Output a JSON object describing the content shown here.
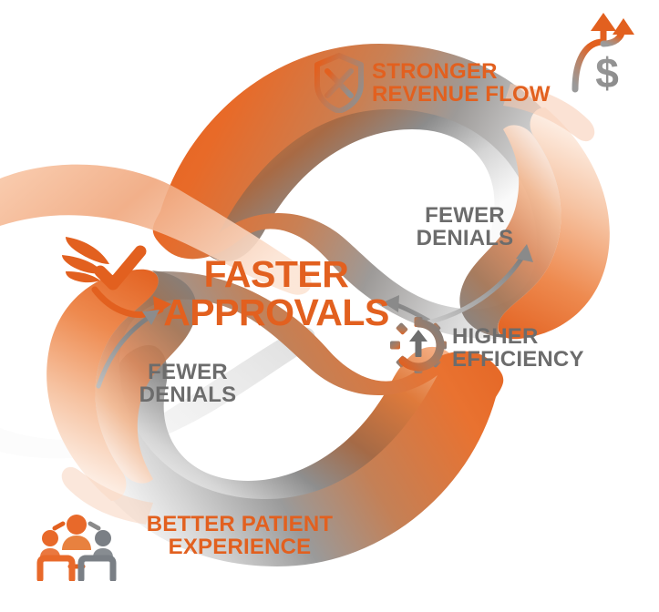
{
  "infographic": {
    "title": "FASTER APPROVALS",
    "shape": "infinity-loop",
    "background_color": "#FFFFFF",
    "accent_orange": "#E2601F",
    "accent_orange_light": "#F5A06A",
    "accent_gray": "#6C6C6C",
    "accent_gray_light": "#C9C9C9"
  },
  "center": {
    "line1": "FASTER",
    "line2": "APPROVALS",
    "text": "FASTER\nAPPROVALS",
    "color": "#E2601F"
  },
  "nodes": [
    {
      "id": "stronger-revenue-flow",
      "text": "STRONGER\nREVENUE FLOW",
      "line1": "STRONGER",
      "line2": "REVENUE FLOW",
      "color": "#E2601F",
      "icon": "shield-x-icon",
      "position": "top-left-of-upper-loop"
    },
    {
      "id": "fewer-denials-top",
      "text": "FEWER\nDENIALS",
      "line1": "FEWER",
      "line2": "DENIALS",
      "color": "#6C6C6C",
      "icon": "none",
      "position": "center-right"
    },
    {
      "id": "higher-efficiency",
      "text": "HIGHER\nEFFICIENCY",
      "line1": "HIGHER",
      "line2": "EFFICIENCY",
      "color": "#6C6C6C",
      "icon": "gear-up-arrow-icon",
      "position": "right-center-below"
    },
    {
      "id": "fewer-denials-bottom",
      "text": "FEWER\nDENIALS",
      "line1": "FEWER",
      "line2": "DENIALS",
      "color": "#6C6C6C",
      "icon": "none",
      "position": "center-left"
    },
    {
      "id": "better-patient-experience",
      "text": "BETTER PATIENT\nEXPERIENCE",
      "line1": "BETTER PATIENT",
      "line2": "EXPERIENCE",
      "color": "#E2601F",
      "icon": "people-group-icon",
      "position": "bottom-left-of-lower-loop"
    }
  ],
  "icons": [
    {
      "id": "shield-x-icon",
      "name": "shield-x-icon",
      "meaning": "shield with X — denial protection"
    },
    {
      "id": "revenue-growth-icon",
      "name": "dollar-growth-arrows-icon",
      "meaning": "dollar sign with rising arrows"
    },
    {
      "id": "gear-up-arrow-icon",
      "name": "gear-up-arrow-icon",
      "meaning": "gear with upward arrow — efficiency"
    },
    {
      "id": "winged-check-icon",
      "name": "winged-checkmark-icon",
      "meaning": "checkmark with wing — fast approval"
    },
    {
      "id": "people-group-icon",
      "name": "people-group-icon",
      "meaning": "three connected people — patients"
    }
  ],
  "arrows": [
    {
      "id": "arrow-to-approvals-orange",
      "color": "#E2601F",
      "from": "winged-check-icon",
      "to": "FASTER APPROVALS"
    },
    {
      "id": "arrow-fewer-denials-bottom-to-approvals",
      "color": "#9A9A9A",
      "from": "FEWER DENIALS",
      "to": "FASTER APPROVALS"
    },
    {
      "id": "arrow-efficiency-to-approvals",
      "color": "#8A8A8A",
      "from": "HIGHER EFFICIENCY",
      "to": "FASTER APPROVALS"
    },
    {
      "id": "arrow-efficiency-to-fewer-denials",
      "color": "#8A8A8A",
      "from": "HIGHER EFFICIENCY",
      "to": "FEWER DENIALS"
    }
  ]
}
